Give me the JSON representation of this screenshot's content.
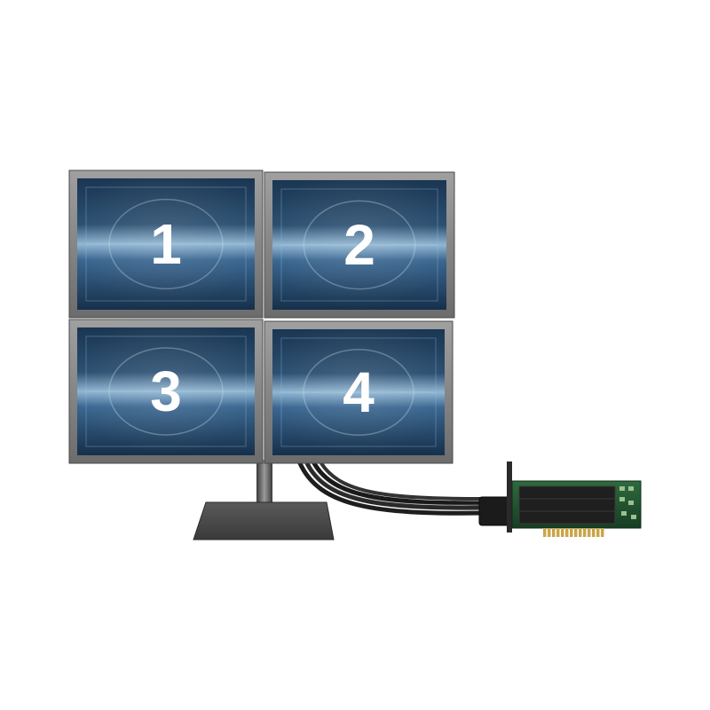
{
  "scene": {
    "monitors": [
      {
        "id": "monitor-1",
        "number": "1"
      },
      {
        "id": "monitor-2",
        "number": "2"
      },
      {
        "id": "monitor-3",
        "number": "3"
      },
      {
        "id": "monitor-4",
        "number": "4"
      }
    ],
    "stand": {
      "label": "monitor-stand"
    },
    "cable": {
      "label": "multi-display-cable-bundle"
    },
    "card": {
      "label": "graphics-card"
    },
    "colors": {
      "bezel": "#8a8a8a",
      "bezel_dark": "#5a5a5a",
      "screen_dark": "#0f2236",
      "screen_mid": "#2f5a80",
      "screen_light": "#7aa6c8",
      "stand": "#4b4b4b",
      "pcb": "#1d4d2f",
      "bracket": "#1a1a1a",
      "gold": "#c9a64a"
    }
  }
}
